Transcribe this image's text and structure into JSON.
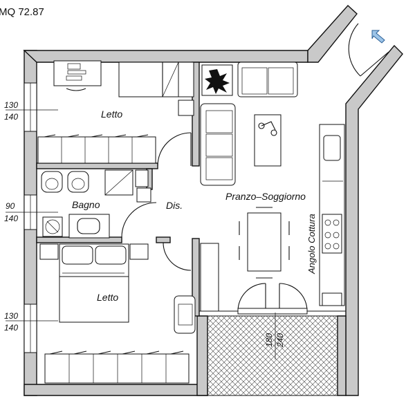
{
  "area_label": "MQ  72.87",
  "rooms": {
    "bedroom_top": "Letto",
    "bathroom": "Bagno",
    "hallway": "Dis.",
    "living": "Pranzo–Soggiorno",
    "kitchen": "Angolo Cottura",
    "bedroom_bottom": "Letto"
  },
  "window_dims": {
    "top_a": "130",
    "top_b": "140",
    "bath_a": "90",
    "bath_b": "140",
    "bottom_a": "130",
    "bottom_b": "140",
    "balcony_a": "180",
    "balcony_b": "240"
  },
  "colors": {
    "wall_fill": "#c9c9c9",
    "line": "#111111",
    "entrance_arrow": "#9cc4e8"
  },
  "icons": [
    "entrance-arrow-icon",
    "plant-icon",
    "washing-machine-icon",
    "lamp-icon"
  ]
}
